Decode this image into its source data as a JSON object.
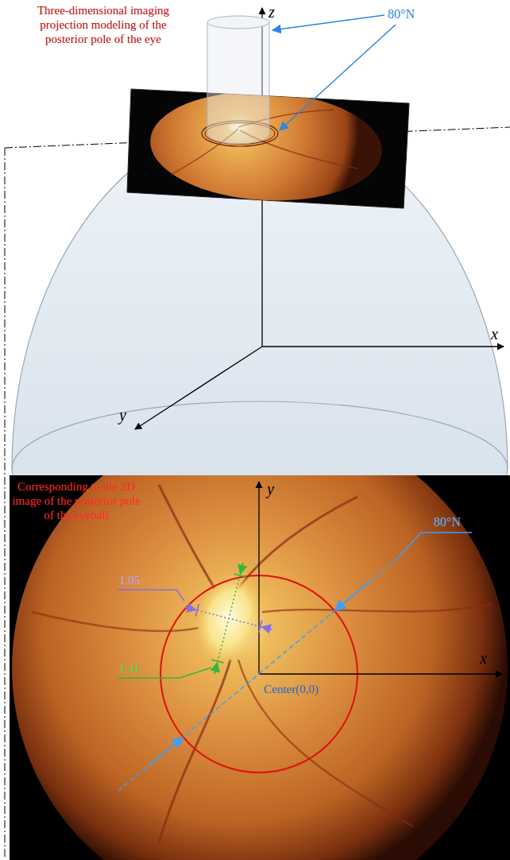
{
  "diagram": {
    "labels": [
      "Three-dimensional imaging projection modeling of the posterior pole of the eye",
      "80°N",
      "z",
      "x",
      "y",
      "Corresponding to the 2D image of the posterior pole of the eyeball",
      "y",
      "x",
      "1.05",
      "1.41",
      "80°N",
      "Center(0,0)"
    ]
  }
}
